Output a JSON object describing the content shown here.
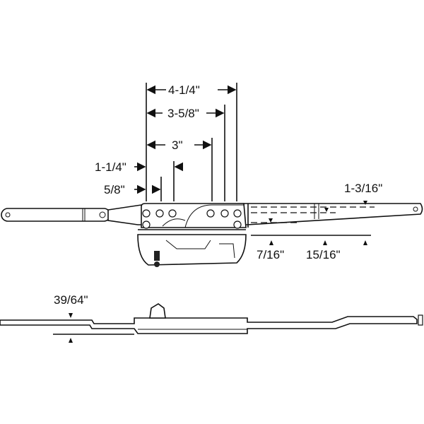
{
  "title": "Window operator dimension drawing",
  "dimensions": {
    "d1": "4-1/4\"",
    "d2": "3-5/8\"",
    "d3": "3\"",
    "d4": "1-1/4\"",
    "d5": "5/8\"",
    "d6": "1-3/16\"",
    "d7": "7/16\"",
    "d8": "15/16\"",
    "d9": "39/64\""
  },
  "colors": {
    "line": "#111111",
    "background": "#ffffff"
  }
}
